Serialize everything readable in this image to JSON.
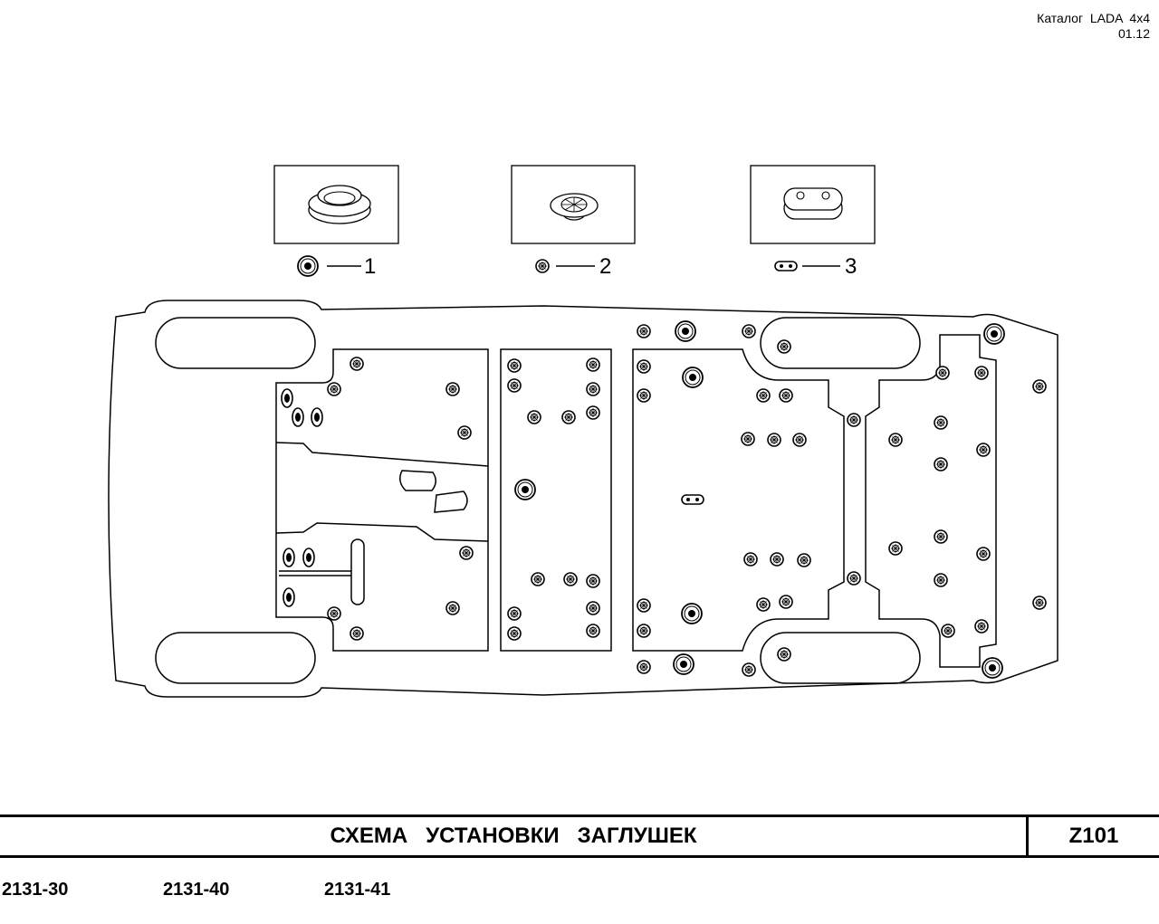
{
  "header": {
    "catalog_line": "Каталог  LADA  4x4",
    "date_line": "01.12"
  },
  "legend": [
    {
      "number": "1",
      "icon": "plug-large-round-icon"
    },
    {
      "number": "2",
      "icon": "plug-small-round-icon"
    },
    {
      "number": "3",
      "icon": "plug-oval-icon"
    }
  ],
  "title_bar": {
    "title": "СХЕМА   УСТАНОВКИ   ЗАГЛУШЕК",
    "page_code": "Z101"
  },
  "models": [
    "2131-30",
    "2131-40",
    "2131-41"
  ]
}
